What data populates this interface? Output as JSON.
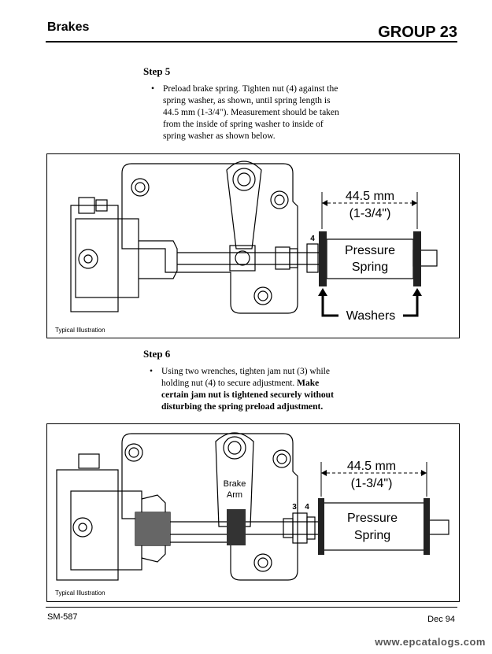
{
  "header": {
    "section": "Brakes",
    "group": "GROUP 23"
  },
  "step5": {
    "title": "Step 5",
    "bullet": "•",
    "lines": [
      "Preload brake spring. Tighten nut (4) against the",
      "spring washer, as shown, until spring length is",
      "44.5 mm (1-3/4\"). Measurement should be taken",
      "from the inside of spring washer to inside of",
      "spring washer as shown below."
    ]
  },
  "figure1": {
    "dim_mm": "44.5 mm",
    "dim_in": "(1-3/4\")",
    "nut_label": "4",
    "spring_label_1": "Pressure",
    "spring_label_2": "Spring",
    "washers_label": "Washers",
    "caption": "Typical Illustration"
  },
  "step6": {
    "title": "Step 6",
    "bullet": "•",
    "line1": "Using two wrenches, tighten jam nut (3) while",
    "line2_normal": "holding nut (4) to secure adjustment. ",
    "line2_bold": "Make",
    "line3": "certain jam nut is tightened securely without",
    "line4": "disturbing the spring preload adjustment."
  },
  "figure2": {
    "dim_mm": "44.5 mm",
    "dim_in": "(1-3/4\")",
    "arm_label_1": "Brake",
    "arm_label_2": "Arm",
    "nut3_label": "3",
    "nut4_label": "4",
    "spring_label_1": "Pressure",
    "spring_label_2": "Spring",
    "caption": "Typical Illustration"
  },
  "footer": {
    "doc_id": "SM-587",
    "date": "Dec 94"
  },
  "watermark": "www.epcatalogs.com"
}
